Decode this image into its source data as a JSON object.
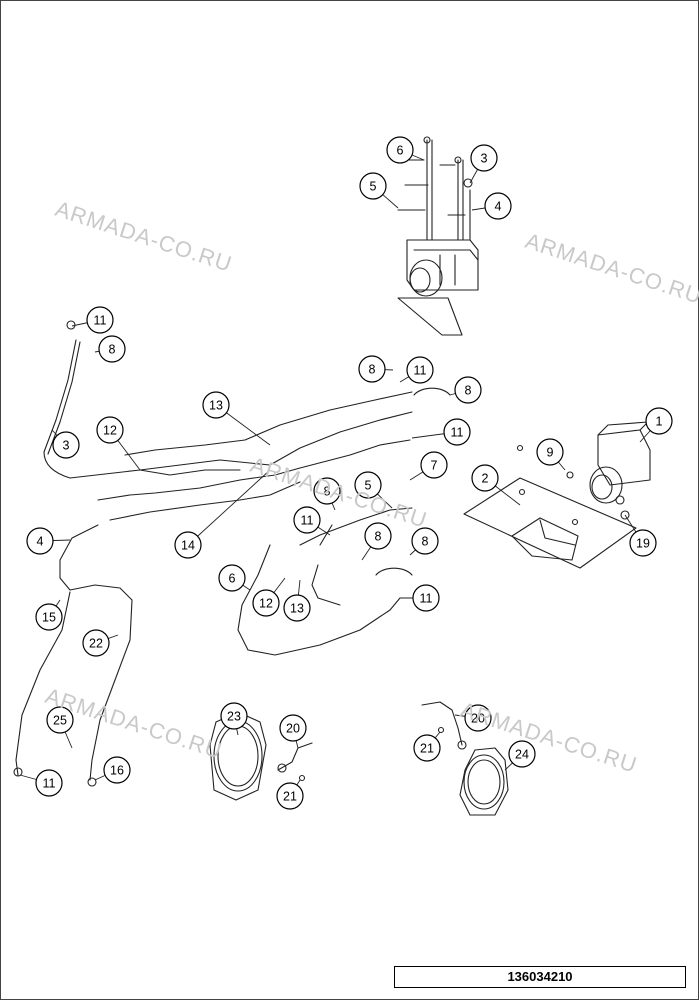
{
  "document": {
    "id": "136034210"
  },
  "watermark": {
    "text": "ARMADA-CO.RU"
  },
  "callouts": [
    {
      "label": "1"
    },
    {
      "label": "2"
    },
    {
      "label": "3"
    },
    {
      "label": "3"
    },
    {
      "label": "4"
    },
    {
      "label": "4"
    },
    {
      "label": "5"
    },
    {
      "label": "5"
    },
    {
      "label": "6"
    },
    {
      "label": "6"
    },
    {
      "label": "7"
    },
    {
      "label": "8"
    },
    {
      "label": "8"
    },
    {
      "label": "8"
    },
    {
      "label": "8"
    },
    {
      "label": "8"
    },
    {
      "label": "8"
    },
    {
      "label": "9"
    },
    {
      "label": "11"
    },
    {
      "label": "11"
    },
    {
      "label": "11"
    },
    {
      "label": "11"
    },
    {
      "label": "11"
    },
    {
      "label": "11"
    },
    {
      "label": "12"
    },
    {
      "label": "12"
    },
    {
      "label": "13"
    },
    {
      "label": "13"
    },
    {
      "label": "14"
    },
    {
      "label": "15"
    },
    {
      "label": "16"
    },
    {
      "label": "19"
    },
    {
      "label": "20"
    },
    {
      "label": "20"
    },
    {
      "label": "21"
    },
    {
      "label": "21"
    },
    {
      "label": "22"
    },
    {
      "label": "23"
    },
    {
      "label": "24"
    },
    {
      "label": "25"
    }
  ]
}
